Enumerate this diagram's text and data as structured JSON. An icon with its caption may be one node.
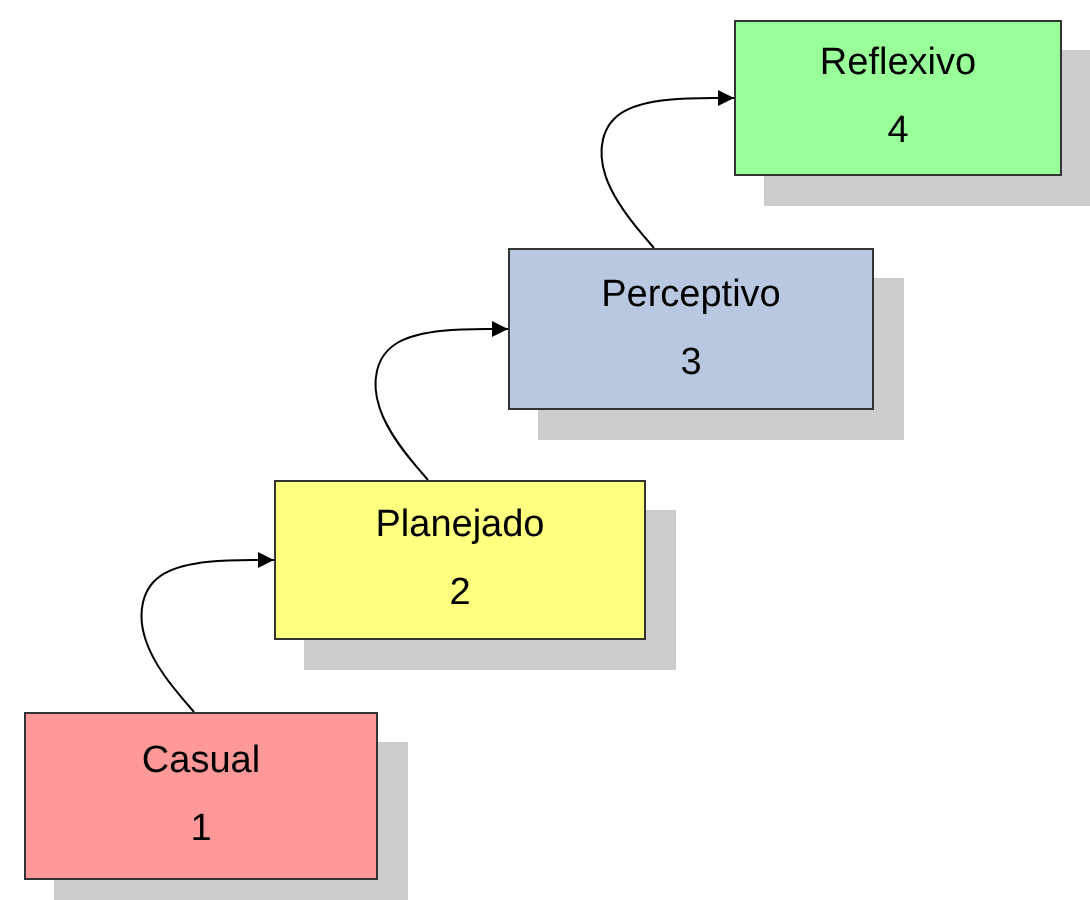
{
  "diagram": {
    "nodes": [
      {
        "text": [
          "Casual",
          "1"
        ]
      },
      {
        "text": [
          "Planejado",
          "2"
        ]
      },
      {
        "text": [
          "Perceptivo",
          "3"
        ]
      },
      {
        "text": [
          "Reflexivo",
          "4"
        ]
      }
    ],
    "edges": [
      {
        "from": 0,
        "to": 1,
        "arrow": "to"
      },
      {
        "from": 1,
        "to": 2,
        "arrow": "to"
      },
      {
        "from": 2,
        "to": 3,
        "arrow": "to"
      }
    ]
  }
}
